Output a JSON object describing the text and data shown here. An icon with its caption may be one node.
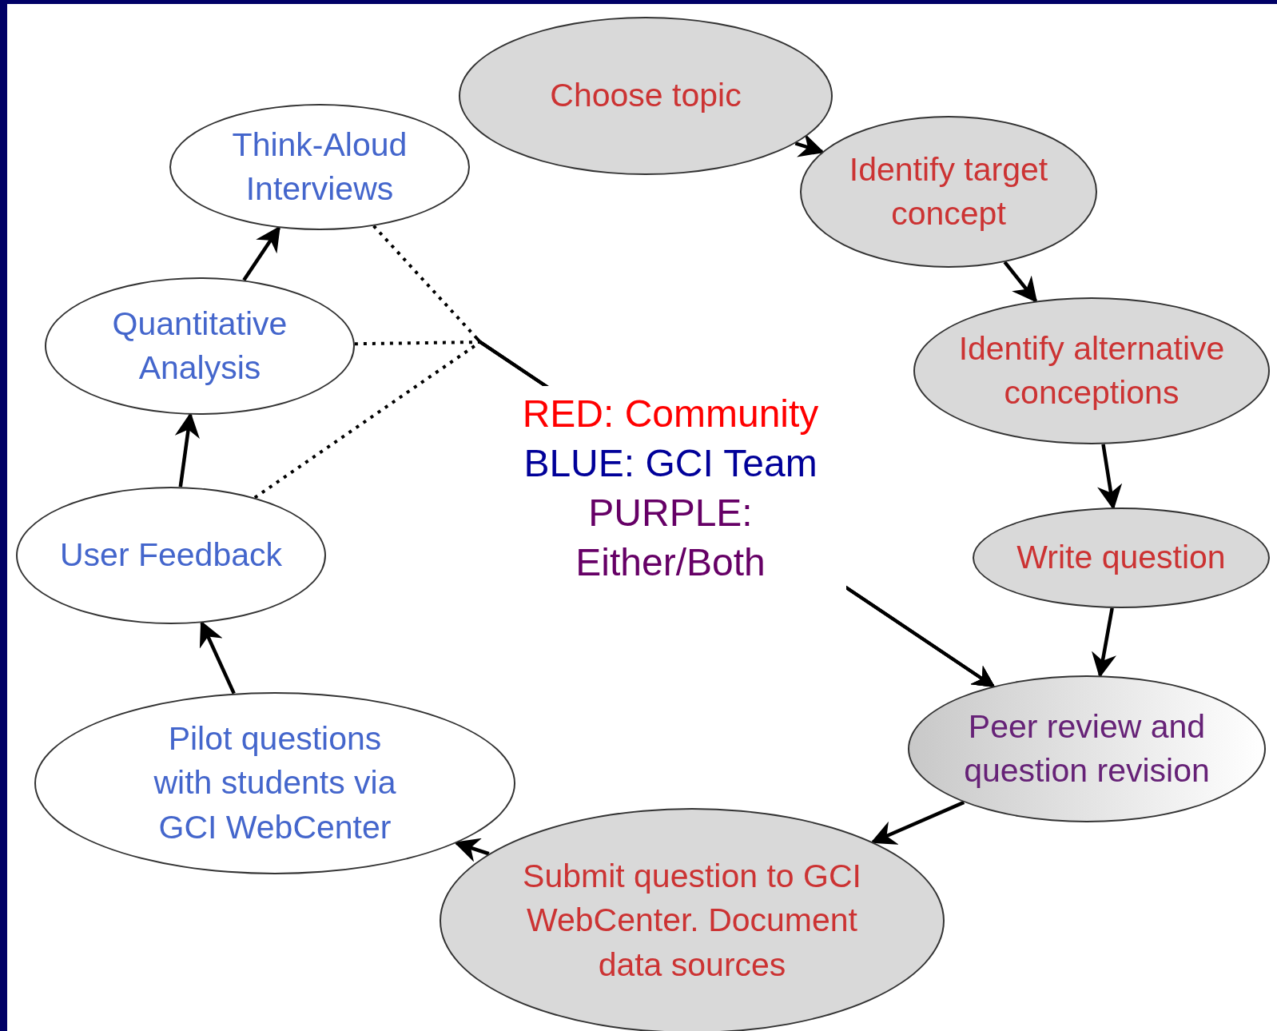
{
  "diagram": {
    "nodes": [
      {
        "text": [
          "Choose topic"
        ]
      },
      {
        "text": [
          "Identify target concept"
        ]
      },
      {
        "text": [
          "Identify alternative conceptions"
        ]
      },
      {
        "text": [
          "Write question"
        ]
      },
      {
        "text": [
          "Peer review and question revision"
        ]
      },
      {
        "text": [
          "Submit question to GCI WebCenter. Document data sources"
        ]
      },
      {
        "text": [
          "Pilot questions with students via GCI WebCenter"
        ]
      },
      {
        "text": [
          "User Feedback"
        ]
      },
      {
        "text": [
          "Quantitative Analysis"
        ]
      },
      {
        "text": [
          "Think-Aloud Interviews"
        ]
      }
    ],
    "edges": [
      {
        "from": 0,
        "to": 1,
        "arrow": "to"
      },
      {
        "from": 1,
        "to": 2,
        "arrow": "to"
      },
      {
        "from": 2,
        "to": 3,
        "arrow": "to"
      },
      {
        "from": 3,
        "to": 4,
        "arrow": "to"
      },
      {
        "from": 4,
        "to": 5,
        "arrow": "to"
      },
      {
        "from": 5,
        "to": 6,
        "arrow": "to"
      },
      {
        "from": 6,
        "to": 7,
        "arrow": "to"
      },
      {
        "from": 7,
        "to": 8,
        "arrow": "to"
      },
      {
        "from": 8,
        "to": 9,
        "arrow": "to"
      },
      {
        "from": 9,
        "to": 4,
        "arrow": "to",
        "style": "dashed"
      },
      {
        "from": 8,
        "to": 4,
        "arrow": "to",
        "style": "dashed"
      },
      {
        "from": 7,
        "to": 4,
        "arrow": "to",
        "style": "dashed"
      }
    ],
    "legend": [
      {
        "text": "RED: Community",
        "color": "#ff0000"
      },
      {
        "text": "BLUE: GCI Team",
        "color": "#000099"
      },
      {
        "text": "PURPLE: Either/Both",
        "color": "#660066"
      }
    ]
  }
}
